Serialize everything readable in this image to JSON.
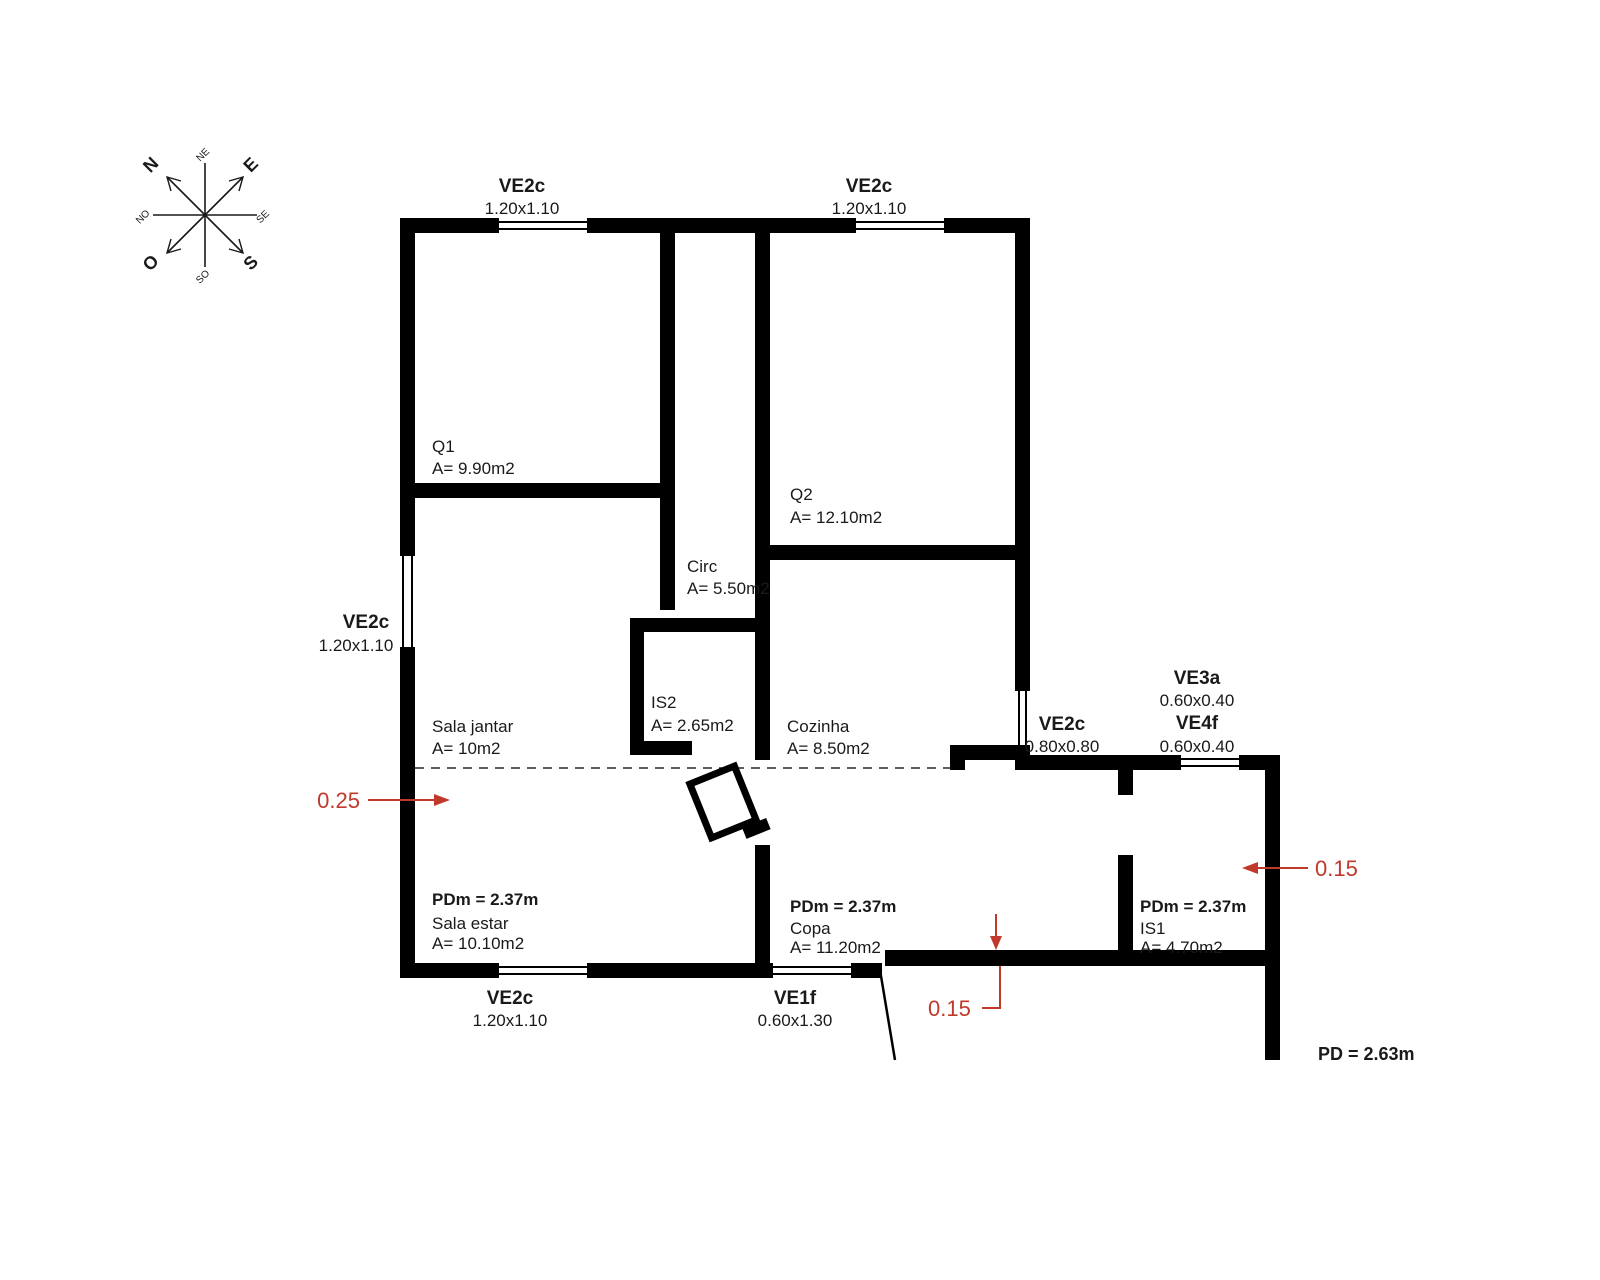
{
  "drawing": {
    "type": "residential floor plan",
    "colors": {
      "wall": "#000000",
      "dimension_red": "#c0392b",
      "text": "#1a1a1a"
    }
  },
  "compass": {
    "n": "N",
    "e": "E",
    "o": "O",
    "s": "S",
    "ne": "NE",
    "se": "SE",
    "so": "SO",
    "no": "NO"
  },
  "rooms": {
    "q1": {
      "name": "Q1",
      "area": "A= 9.90m2"
    },
    "q2": {
      "name": "Q2",
      "area": "A= 12.10m2"
    },
    "circ": {
      "name": "Circ",
      "area": "A= 5.50m2"
    },
    "is2": {
      "name": "IS2",
      "area": "A= 2.65m2"
    },
    "sala_jantar": {
      "name": "Sala jantar",
      "area": "A= 10m2"
    },
    "cozinha": {
      "name": "Cozinha",
      "area": "A= 8.50m2"
    },
    "sala_estar": {
      "name": "Sala estar",
      "area": "A= 10.10m2",
      "ceiling_height": "PDm = 2.37m"
    },
    "copa": {
      "name": "Copa",
      "area": "A= 11.20m2",
      "ceiling_height": "PDm = 2.37m"
    },
    "is1": {
      "name": "IS1",
      "area": "A= 4.70m2",
      "ceiling_height": "PDm = 2.37m"
    }
  },
  "windows": {
    "top_left": {
      "code": "VE2c",
      "size": "1.20x1.10"
    },
    "top_right": {
      "code": "VE2c",
      "size": "1.20x1.10"
    },
    "left": {
      "code": "VE2c",
      "size": "1.20x1.10"
    },
    "bottom": {
      "code": "VE2c",
      "size": "1.20x1.10"
    },
    "entry_bottom": {
      "code": "VE1f",
      "size": "0.60x1.30"
    },
    "kitchen_right": {
      "code": "VE2c",
      "size": "0.80x0.80"
    },
    "is1_top_a": {
      "code": "VE3a",
      "size": "0.60x0.40"
    },
    "is1_top_b": {
      "code": "VE4f",
      "size": "0.60x0.40"
    }
  },
  "dimensions": {
    "wall_left": "0.25",
    "wall_right": "0.15",
    "wall_bottom": "0.15"
  },
  "notes": {
    "pd": "PD = 2.63m"
  }
}
